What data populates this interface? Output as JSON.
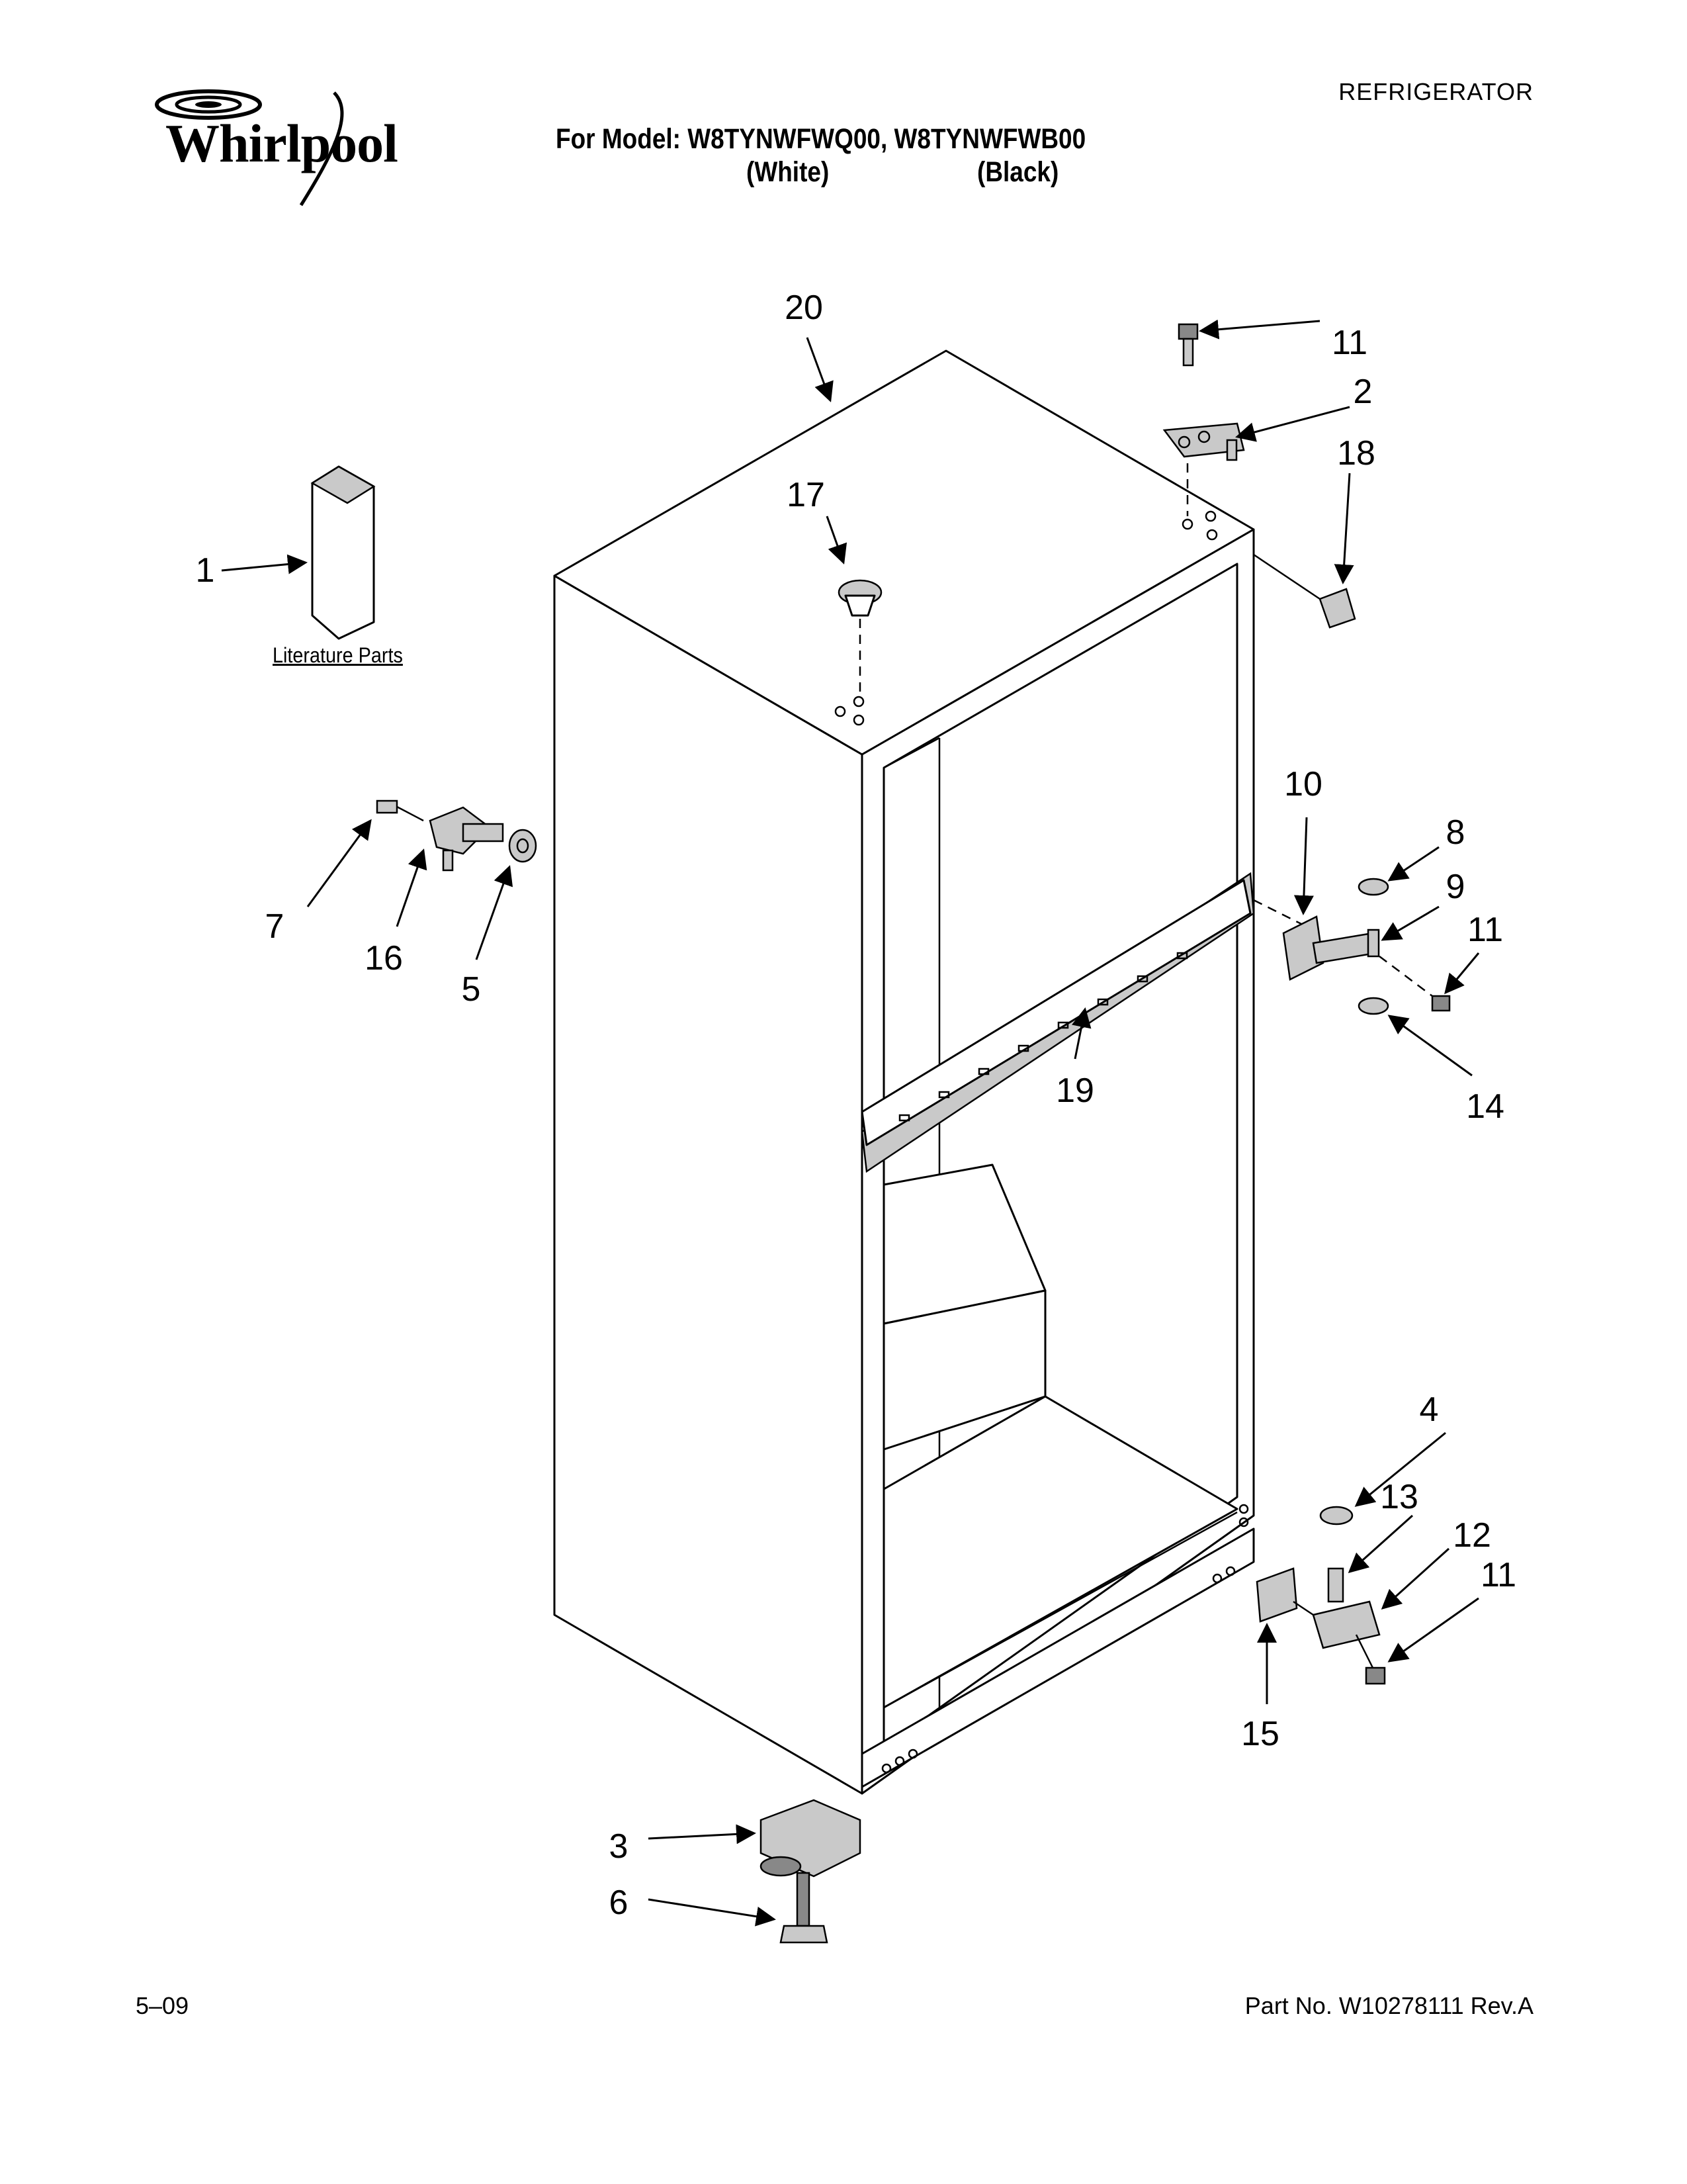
{
  "header": {
    "brand": "Whirlpool",
    "doc_type": "REFRIGERATOR",
    "model_line": "For Model: W8TYNWFWQ00, W8TYNWFWB00",
    "color_white": "(White)",
    "color_black": "(Black)"
  },
  "literature_label": "Literature Parts",
  "footer": {
    "date": "5–09",
    "part_no": "Part No. W10278111 Rev.A"
  },
  "callouts": [
    {
      "id": "c20",
      "label": "20"
    },
    {
      "id": "c11a",
      "label": "11"
    },
    {
      "id": "c2",
      "label": "2"
    },
    {
      "id": "c18",
      "label": "18"
    },
    {
      "id": "c17",
      "label": "17"
    },
    {
      "id": "c1",
      "label": "1"
    },
    {
      "id": "c10",
      "label": "10"
    },
    {
      "id": "c8",
      "label": "8"
    },
    {
      "id": "c9",
      "label": "9"
    },
    {
      "id": "c11b",
      "label": "11"
    },
    {
      "id": "c7",
      "label": "7"
    },
    {
      "id": "c16",
      "label": "16"
    },
    {
      "id": "c5",
      "label": "5"
    },
    {
      "id": "c19",
      "label": "19"
    },
    {
      "id": "c14",
      "label": "14"
    },
    {
      "id": "c4",
      "label": "4"
    },
    {
      "id": "c13",
      "label": "13"
    },
    {
      "id": "c12",
      "label": "12"
    },
    {
      "id": "c11c",
      "label": "11"
    },
    {
      "id": "c15",
      "label": "15"
    },
    {
      "id": "c3",
      "label": "3"
    },
    {
      "id": "c6",
      "label": "6"
    }
  ]
}
